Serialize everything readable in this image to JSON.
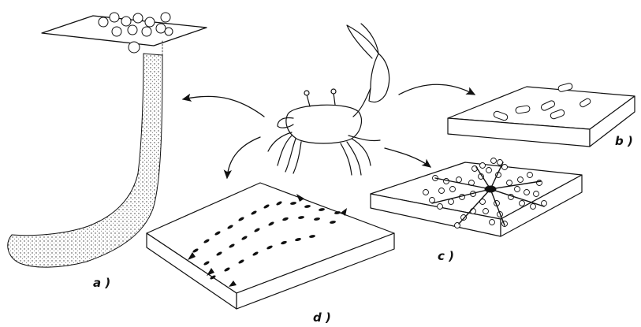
{
  "panels": {
    "a": {
      "label": "a )"
    },
    "b": {
      "label": "b )"
    },
    "c": {
      "label": "c )"
    },
    "d": {
      "label": "d )"
    }
  },
  "colors": {
    "ink": "#111111",
    "background": "#ffffff"
  },
  "icons": {
    "center": "fiddler-crab-icon",
    "a": "burrow-tube-icon",
    "b": "pellet-icon",
    "c": "radiating-feeding-pellets-icon",
    "d": "tracks-icon"
  }
}
